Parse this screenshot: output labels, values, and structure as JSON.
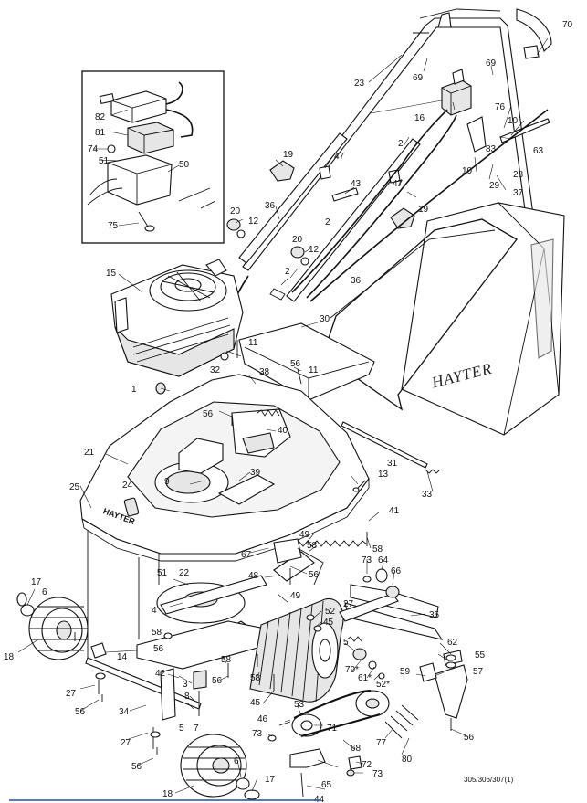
{
  "brand_text": "HAYTER",
  "reference": "305/306/307(1)",
  "footer_rule_color": "#1f4e9c",
  "labels": [
    "1",
    "2",
    "3",
    "4",
    "5",
    "6",
    "7",
    "8",
    "9",
    "10",
    "11",
    "12",
    "13",
    "14",
    "15",
    "16",
    "17",
    "18",
    "19",
    "20",
    "21",
    "22",
    "23",
    "24",
    "25",
    "27",
    "28",
    "29",
    "30",
    "31",
    "32",
    "33",
    "34",
    "35",
    "36",
    "37",
    "38",
    "39",
    "40",
    "41",
    "42",
    "43",
    "44",
    "45",
    "46",
    "47",
    "48",
    "49",
    "50",
    "51",
    "52",
    "52*",
    "53",
    "55",
    "56",
    "57",
    "58",
    "59",
    "61*",
    "62",
    "63",
    "64",
    "65",
    "66",
    "67",
    "68",
    "69",
    "70",
    "71",
    "72",
    "73",
    "74",
    "75",
    "76",
    "77",
    "79*",
    "80",
    "81",
    "82",
    "83"
  ]
}
